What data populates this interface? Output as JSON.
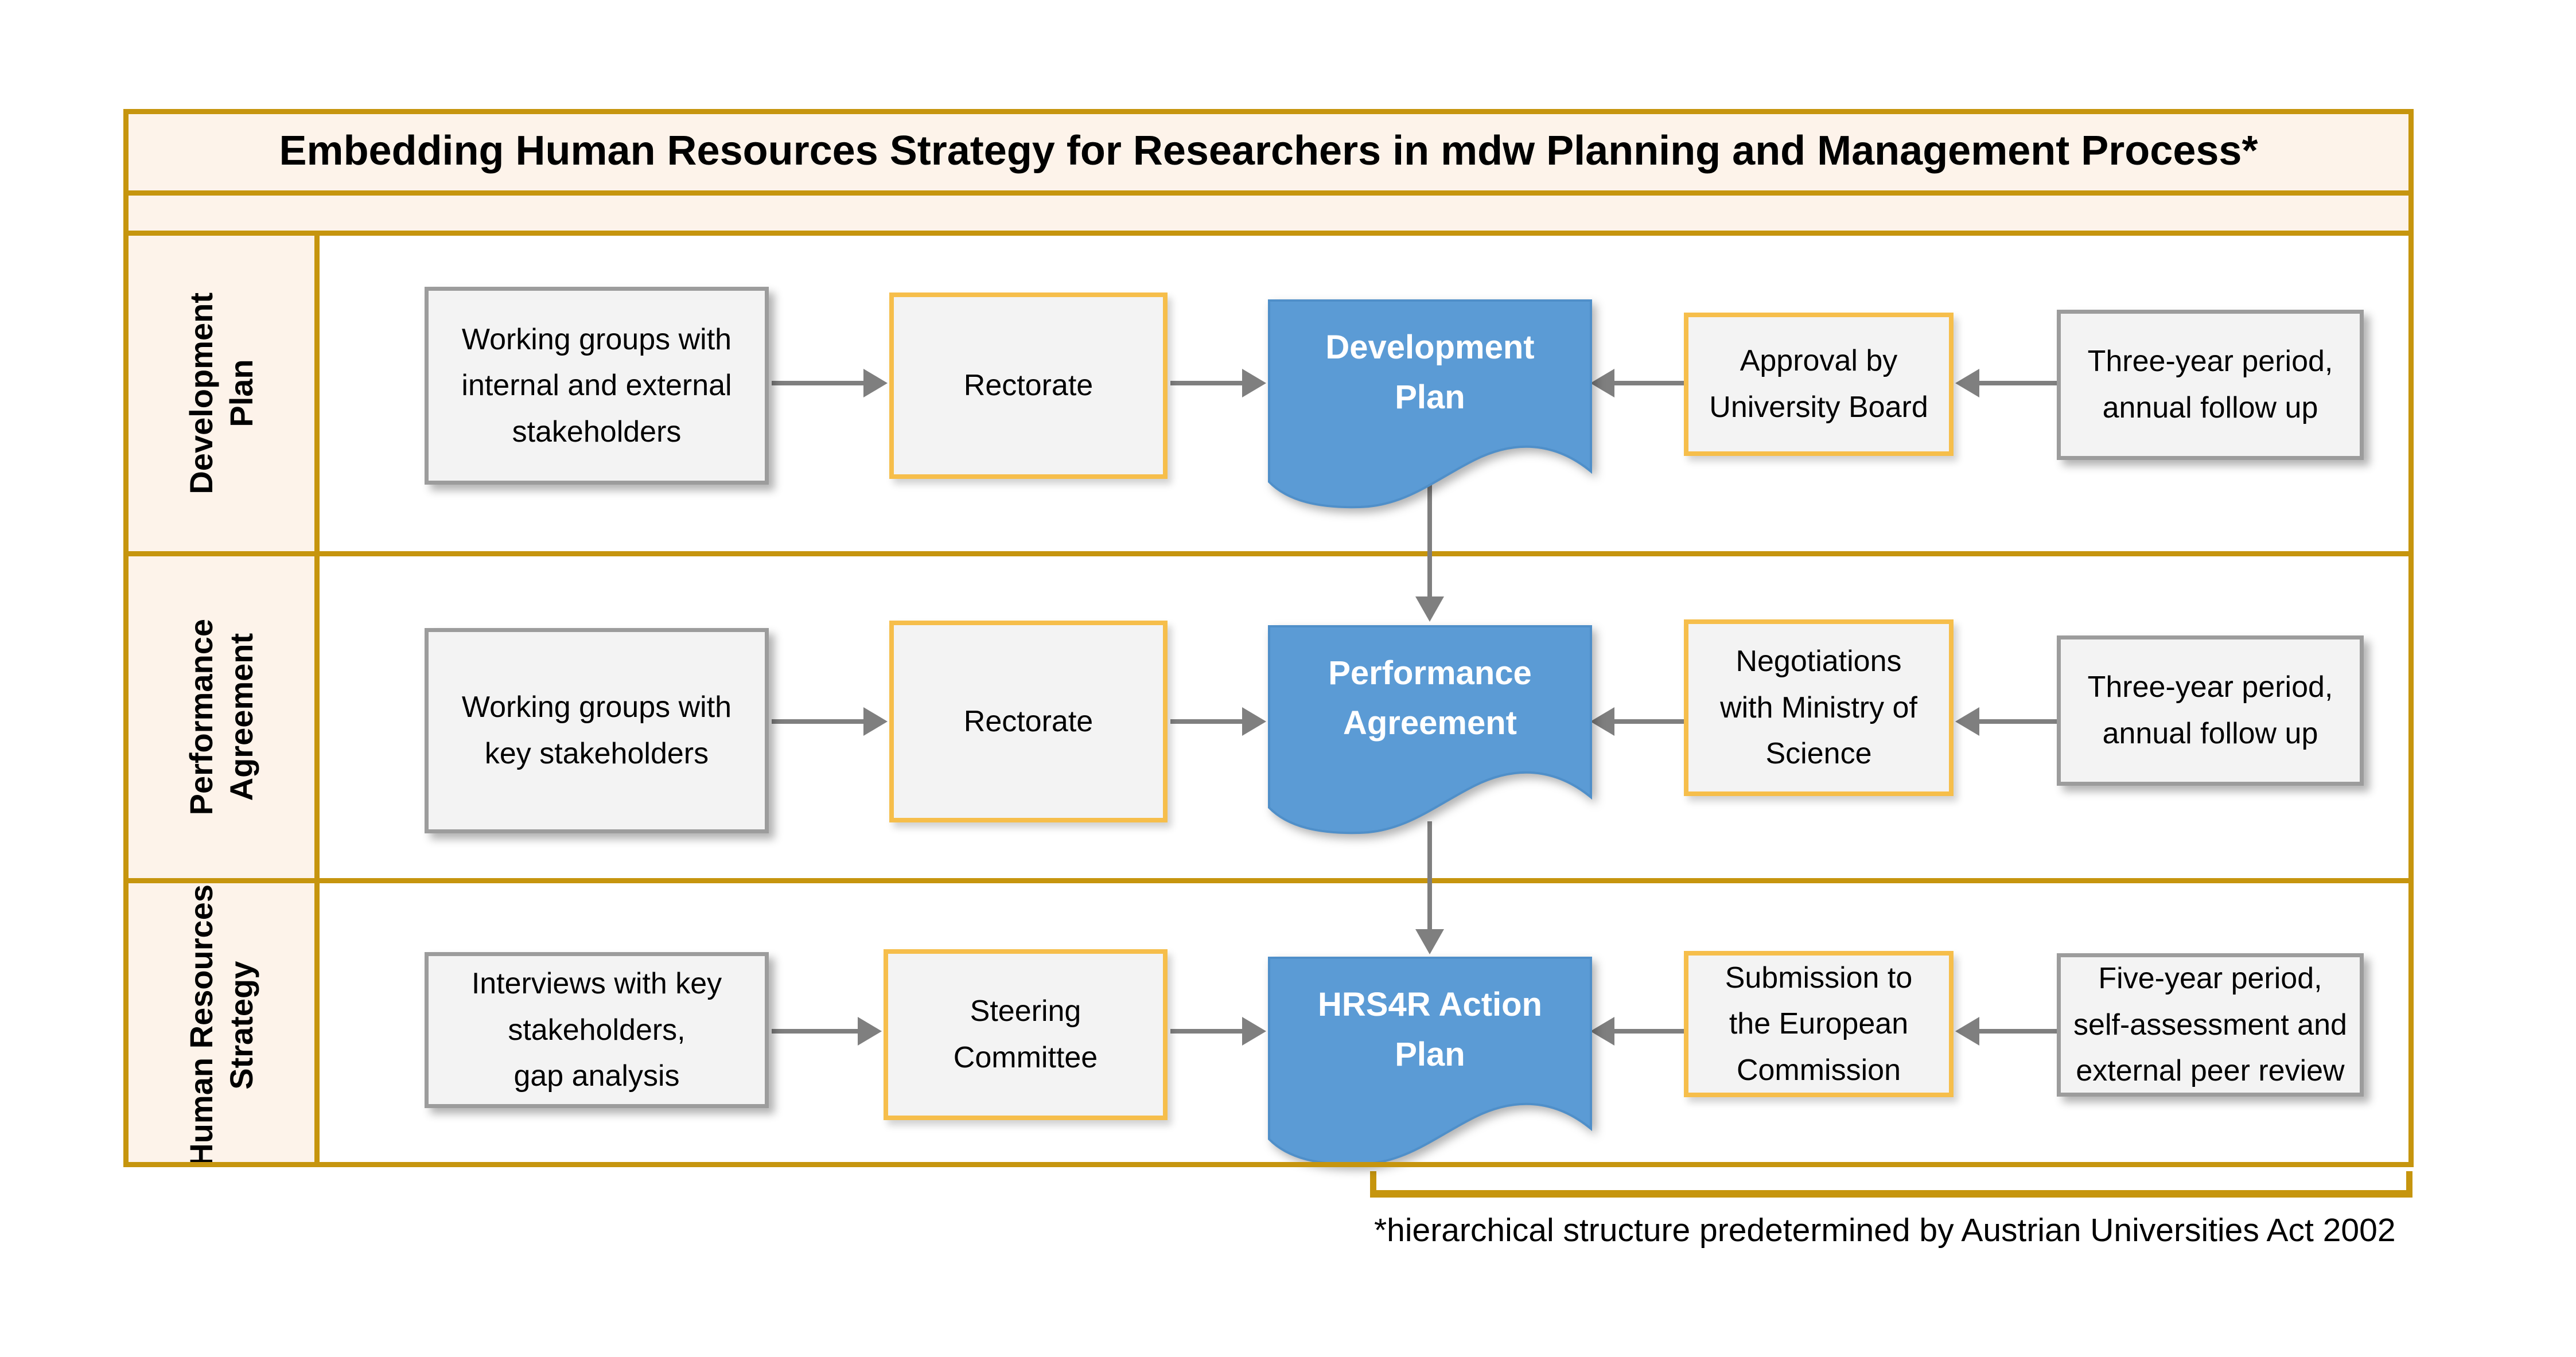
{
  "header": {
    "title": "Embedding Human Resources Strategy for Researchers in mdw Planning and Management Process*"
  },
  "rows": [
    {
      "label": "Development\nPlan",
      "input": "Working groups with\ninternal and external\nstakeholders",
      "decision": "Rectorate",
      "document": "Development\nPlan",
      "external": "Approval by\nUniversity Board",
      "cycle": "Three-year period,\nannual follow up"
    },
    {
      "label": "Performance\nAgreement",
      "input": "Working groups with\nkey stakeholders",
      "decision": "Rectorate",
      "document": "Performance\nAgreement",
      "external": "Negotiations\nwith Ministry of\nScience",
      "cycle": "Three-year period,\nannual follow up"
    },
    {
      "label": "Human Resources\nStrategy",
      "input": "Interviews with key\nstakeholders,\ngap analysis",
      "decision": "Steering\nCommittee",
      "document": "HRS4R Action\nPlan",
      "external": "Submission to\nthe European\nCommission",
      "cycle": "Five-year period,\nself-assessment and\nexternal peer review"
    }
  ],
  "footnote": "*hierarchical structure predetermined by Austrian Universities Act 2002",
  "colors": {
    "gold": "#C6950E",
    "cream": "#FDF3EA",
    "amber_border": "#F6BE4B",
    "gray_border": "#9C9C9C",
    "box_fill": "#F3F3F3",
    "blue_fill": "#5B9BD5",
    "blue_border": "#4F8FC9",
    "arrow_gray": "#7F7F7F",
    "text": "#000000"
  }
}
